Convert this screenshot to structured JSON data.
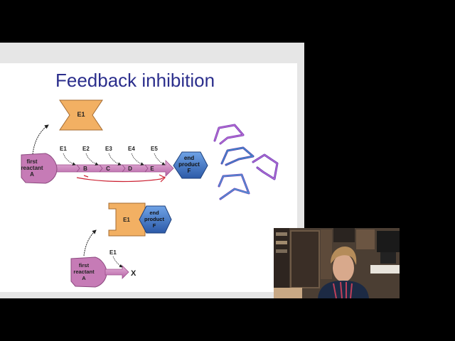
{
  "slide": {
    "title": "Feedback inhibition",
    "enzymes": {
      "top_enzyme": "E1",
      "e1": "E1",
      "e2": "E2",
      "e3": "E3",
      "e4": "E4",
      "e5": "E5",
      "bottom_enzyme": "E1",
      "bottom_arrow_enzyme": "E1"
    },
    "intermediates": {
      "b": "B",
      "c": "C",
      "d": "D",
      "e": "E"
    },
    "first_reactant": {
      "line1": "first",
      "line2": "reactant",
      "line3": "A"
    },
    "end_product": {
      "line1": "end",
      "line2": "product",
      "line3": "F"
    },
    "bottom_first_reactant": {
      "line1": "first",
      "line2": "reactant",
      "line3": "A"
    },
    "bottom_end_product": {
      "line1": "end",
      "line2": "product",
      "line3": "F"
    },
    "blocked_label": "X"
  },
  "colors": {
    "title": "#2b2e8c",
    "enzyme": "#f2b063",
    "reactant": "#c67bb6",
    "product": "#3f73c7",
    "annotation": "#cc2233",
    "background": "#000000"
  },
  "webcam": {
    "icon": "presenter-video-icon"
  }
}
